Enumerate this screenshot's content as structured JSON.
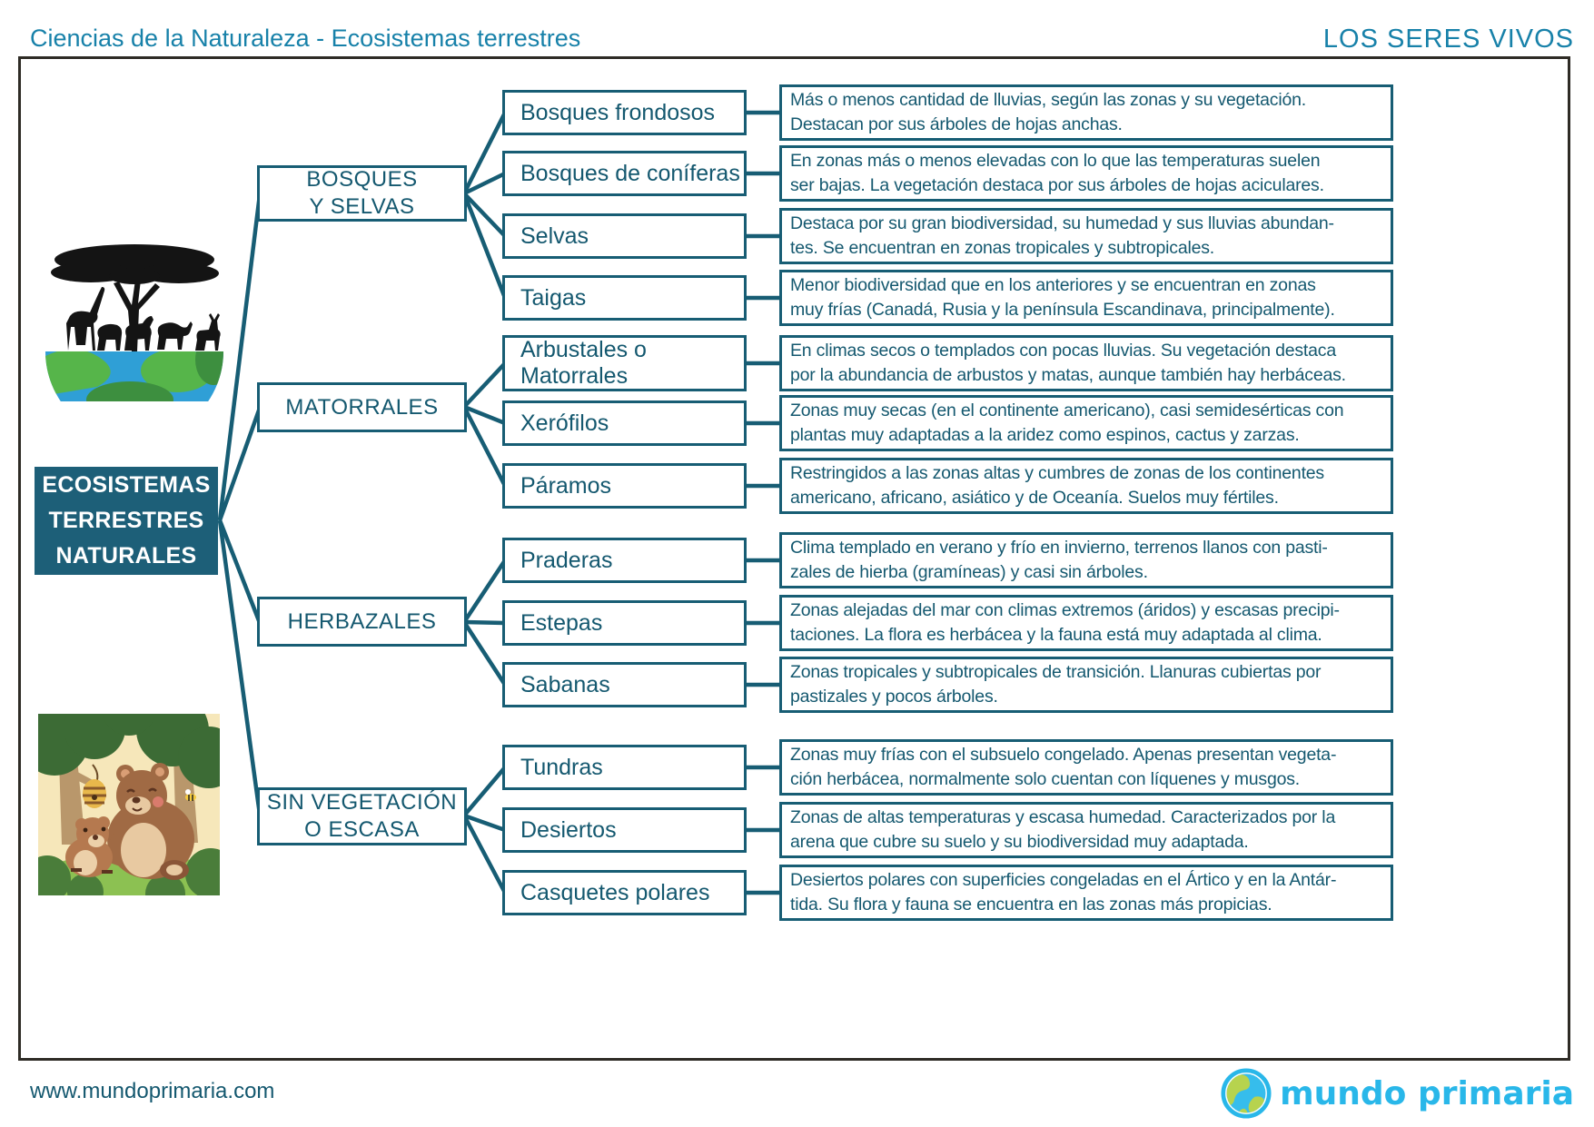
{
  "header": {
    "title": "Ciencias de la Naturaleza - Ecosistemas terrestres",
    "course_tag": "LOS SERES VIVOS"
  },
  "root": {
    "label": "ECOSISTEMAS\nTERRESTRES\nNATURALES"
  },
  "categories": [
    {
      "label": "BOSQUES\nY SELVAS",
      "items": [
        {
          "label": "Bosques frondosos",
          "desc": "Más o menos cantidad de lluvias, según las zonas y su vegetación.\nDestacan por sus árboles de hojas anchas."
        },
        {
          "label": "Bosques de coníferas",
          "desc": "En zonas más o menos elevadas con lo que las temperaturas suelen\nser bajas. La vegetación destaca por sus árboles de hojas aciculares."
        },
        {
          "label": "Selvas",
          "desc": "Destaca por su gran biodiversidad, su humedad y sus lluvias abundan-\ntes. Se encuentran en zonas tropicales y subtropicales."
        },
        {
          "label": "Taigas",
          "desc": "Menor biodiversidad que en los anteriores y se encuentran en zonas\nmuy frías (Canadá, Rusia y la península Escandinava, principalmente)."
        }
      ]
    },
    {
      "label": "MATORRALES",
      "items": [
        {
          "label": "Arbustales o\nMatorrales",
          "desc": "En climas secos o templados con pocas lluvias. Su vegetación destaca\npor la abundancia de arbustos y matas, aunque también hay herbáceas."
        },
        {
          "label": "Xerófilos",
          "desc": "Zonas muy secas (en el continente americano), casi semidesérticas con\nplantas muy adaptadas a la aridez como espinos, cactus y zarzas."
        },
        {
          "label": "Páramos",
          "desc": "Restringidos a las zonas altas y cumbres de zonas de los continentes\namericano, africano, asiático y de Oceanía. Suelos muy fértiles."
        }
      ]
    },
    {
      "label": "HERBAZALES",
      "items": [
        {
          "label": "Praderas",
          "desc": "Clima templado en verano y frío en invierno, terrenos llanos con pasti-\nzales de hierba (gramíneas) y casi sin árboles."
        },
        {
          "label": "Estepas",
          "desc": "Zonas alejadas del mar con climas extremos (áridos) y escasas precipi-\ntaciones. La flora es herbácea y la fauna está muy adaptada al clima."
        },
        {
          "label": "Sabanas",
          "desc": "Zonas tropicales y subtropicales de transición. Llanuras cubiertas por\npastizales y pocos árboles."
        }
      ]
    },
    {
      "label": "SIN VEGETACIÓN\nO ESCASA",
      "items": [
        {
          "label": "Tundras",
          "desc": "Zonas muy frías con el subsuelo congelado. Apenas presentan vegeta-\nción herbácea, normalmente solo cuentan con líquenes y musgos."
        },
        {
          "label": "Desiertos",
          "desc": "Zonas de altas temperaturas y escasa humedad. Caracterizados por la\narena que cubre su suelo y su biodiversidad muy adaptada."
        },
        {
          "label": "Casquetes polares",
          "desc": "Desiertos polares con superficies congeladas en el Ártico y en la Antár-\ntida. Su flora y fauna se encuentra en las zonas más propicias."
        }
      ]
    }
  ],
  "images": {
    "top_left": "savanna-tree-animals-on-half-globe-illustration",
    "bottom_left": "bear-and-cub-forest-illustration"
  },
  "footer": {
    "website": "www.mundoprimaria.com",
    "logo_text": "mundo primaria"
  },
  "colors": {
    "teal_border": "#175d74",
    "teal_text": "#14586f",
    "header_blue": "#1781a9",
    "root_bg": "#1d5f78",
    "logo_blue": "#29b7e9",
    "frame_border": "#2e2b25"
  }
}
